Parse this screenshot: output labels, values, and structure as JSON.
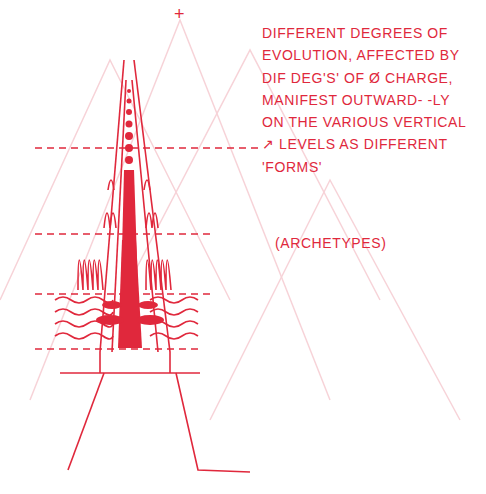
{
  "diagram": {
    "labels": [
      "+",
      "DIFFERENT DEGREES OF EVOLUTION, AFFECTED BY DIF DEG'S' OF Ø CHARGE, MANIFEST OUTWARD- -LY ON THE VARIOUS VERTICAL ↗ LEVELS AS DIFFERENT 'FORMS'",
      "(ARCHETYPES)"
    ]
  }
}
